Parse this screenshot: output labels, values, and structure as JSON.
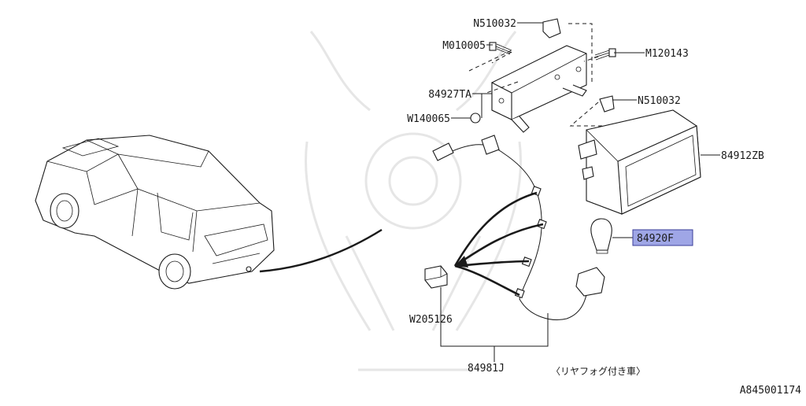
{
  "diagram": {
    "part_labels": {
      "n510032_top": "N510032",
      "m010005": "M010005",
      "m120143": "M120143",
      "p84927ta": "84927TA",
      "n510032_mid": "N510032",
      "w140065": "W140065",
      "p84912zb": "84912ZB",
      "p84920f": "84920F",
      "w205126": "W205126",
      "p84981j": "84981J"
    },
    "note": "〈リヤフォグ付き車〉",
    "diagram_id": "A845001174",
    "highlighted_part": "84920F",
    "colors": {
      "highlight_fill": "#9fa6e6",
      "highlight_border": "#3b3f99",
      "line": "#1a1a1a",
      "watermark": "#e6e6e6"
    }
  }
}
